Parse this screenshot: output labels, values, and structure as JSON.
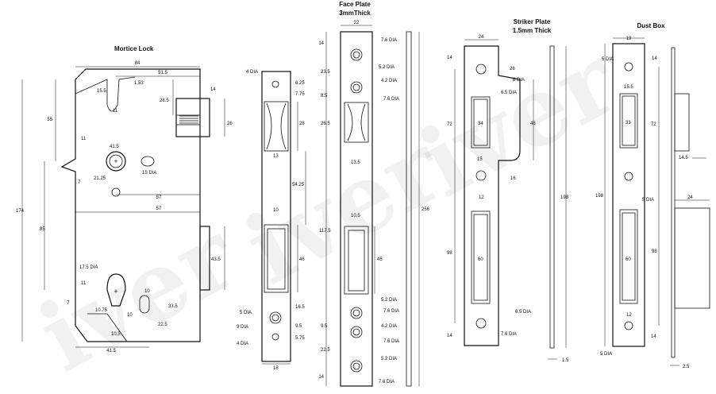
{
  "titles": {
    "mortice": "Mortice Lock",
    "face": "Face Plate",
    "face_sub": "3mmThick",
    "striker": "Striker Plate",
    "striker_sub": "1.5mm Thick",
    "dust": "Dust Box"
  },
  "watermark": "iver",
  "mortice": {
    "d84": "84",
    "d51_5": "51.5",
    "d1_53": "1.53",
    "d15_5": "15.5",
    "d11a": "11",
    "d28_5": "28.5",
    "d14": "14",
    "d26": "26",
    "d55": "55",
    "d11b": "11",
    "d41_5a": "41.5",
    "d15dia": "15 DIA",
    "d7a": "7",
    "d21_25": "21.25",
    "d57a": "57",
    "d57b": "57",
    "d174": "174",
    "d85": "85",
    "d43_5": "43.5",
    "d17_5dia": "17.5 DIA",
    "d11c": "11",
    "d10a": "10",
    "d7b": "7",
    "d10_75": "10.75",
    "d33_5": "33.5",
    "d10b": "10",
    "d22_5": "22.5",
    "d10_5": "10.5",
    "d41_5b": "41.5"
  },
  "side": {
    "d4dia_top": "4 DIA",
    "d6_25": "6.25",
    "d7_75": "7.75",
    "d28": "28",
    "d13": "13",
    "d54_25": "54.25",
    "d10": "10",
    "d46": "46",
    "d16_5": "16.5",
    "d5dia": "5 DIA",
    "d9dia": "9 DIA",
    "d9_5": "9.5",
    "d4dia_bot": "4 DIA",
    "d5_75": "5.75",
    "d18": "18"
  },
  "face": {
    "d22": "22",
    "d14a": "14",
    "d7_6a": "7.6 DIA",
    "d5_2a": "5.2 DIA",
    "d23_5": "23.5",
    "d4_2a": "4.2 DIA",
    "d7_6b": "7.6 DIA",
    "d8_5": "8.5",
    "d26_5": "26.5",
    "d13_5": "13.5",
    "d117_5": "117.5",
    "d10_5": "10.5",
    "d45": "45",
    "d256": "256",
    "d5_2b": "5.2 DIA",
    "d7_6c": "7.6 DIA",
    "d9_5": "9.5",
    "d4_2b": "4.2 DIA",
    "d7_6d": "7.6 DIA",
    "d22_5": "22.5",
    "d5_2c": "5.2 DIA",
    "d14b": "14",
    "d7_6e": "7.6 DIA"
  },
  "striker": {
    "d24": "24",
    "d14a": "14",
    "d26": "26",
    "d8dia": "8 DIA",
    "d6_5a": "6.5 DIA",
    "d72": "72",
    "d34": "34",
    "d46": "46",
    "d15": "15",
    "d16": "16",
    "d12": "12",
    "d198": "198",
    "d98": "98",
    "d60": "60",
    "d6_5b": "6.5 DIA",
    "d14b": "14",
    "d7_6": "7.6 DIA",
    "d1_5": "1.5"
  },
  "dust": {
    "d19": "19",
    "d5dia_a": "5 DIA",
    "d14a": "14",
    "d15_5": "15.5",
    "d33": "33",
    "d72": "72",
    "d14_5": "14.5",
    "d198": "198",
    "d5dia_b": "5 DIA",
    "d24": "24",
    "d60": "60",
    "d98": "98",
    "d12": "12",
    "d14b": "14",
    "d5dia_c": "5 DIA",
    "d2_5": "2.5"
  }
}
